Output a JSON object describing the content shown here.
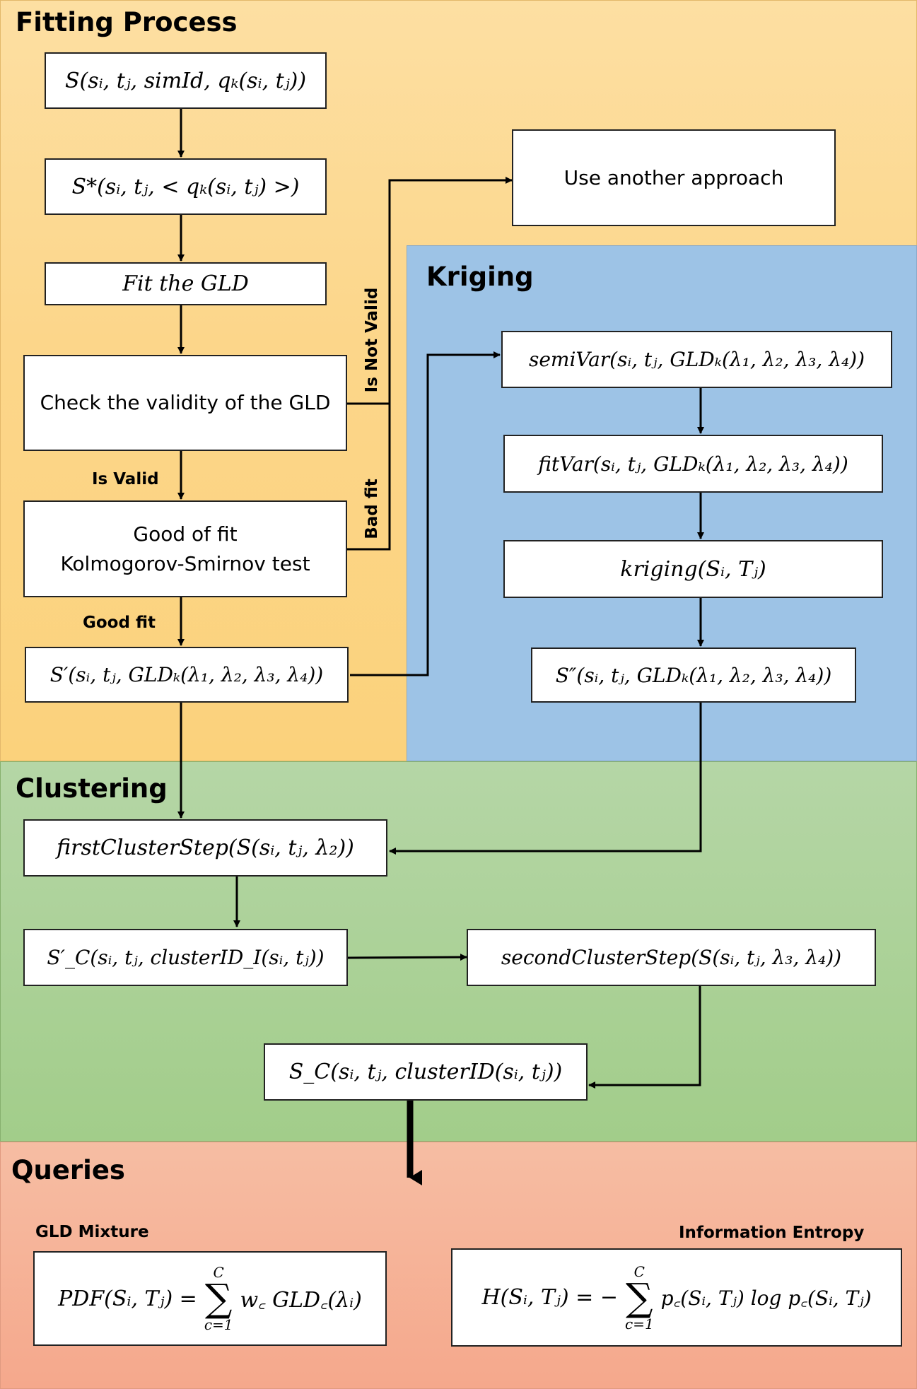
{
  "sections": {
    "fitting": "Fitting Process",
    "kriging": "Kriging",
    "clustering": "Clustering",
    "queries": "Queries"
  },
  "nodes": {
    "s_input": "S(sᵢ, tⱼ, simId, qₖ(sᵢ, tⱼ))",
    "s_star": "S*(sᵢ, tⱼ, < qₖ(sᵢ, tⱼ) >)",
    "fit_gld": "Fit the GLD",
    "check_validity": "Check the validity of the GLD",
    "good_of_fit_line1": "Good of fit",
    "good_of_fit_line2": "Kolmogorov-Smirnov test",
    "s_prime": "S′(sᵢ, tⱼ, GLDₖ(λ₁, λ₂, λ₃, λ₄))",
    "another_approach": "Use another approach",
    "semivar": "semiVar(sᵢ, tⱼ, GLDₖ(λ₁, λ₂, λ₃, λ₄))",
    "fitvar": "fitVar(sᵢ, tⱼ, GLDₖ(λ₁, λ₂, λ₃, λ₄))",
    "kriging_fn": "kriging(Sᵢ, Tⱼ)",
    "s_double_prime": "S″(sᵢ, tⱼ, GLDₖ(λ₁, λ₂, λ₃, λ₄))",
    "first_cluster": "firstClusterStep(S(sᵢ, tⱼ, λ₂))",
    "s_prime_c": "S′_C(sᵢ, tⱼ, clusterID_I(sᵢ, tⱼ))",
    "second_cluster": "secondClusterStep(S(sᵢ, tⱼ, λ₃, λ₄))",
    "s_c": "S_C(sᵢ, tⱼ, clusterID(sᵢ, tⱼ))"
  },
  "edge_labels": {
    "is_valid": "Is Valid",
    "good_fit": "Good fit",
    "is_not_valid": "Is Not Valid",
    "bad_fit": "Bad fit"
  },
  "queries": {
    "gld_mixture_title": "GLD Mixture",
    "gld_mixture_lhs": "PDF(Sᵢ, Tⱼ) =",
    "gld_mixture_term": "w꜀ GLD꜀(λᵢ)",
    "gld_mixture_upper": "C",
    "gld_mixture_lower": "c=1",
    "entropy_title": "Information Entropy",
    "entropy_lhs": "H(Sᵢ, Tⱼ) = −",
    "entropy_term": "p꜀(Sᵢ, Tⱼ) log p꜀(Sᵢ, Tⱼ)",
    "entropy_upper": "C",
    "entropy_lower": "c=1"
  },
  "colors": {
    "fitting_bg": "#fcd68a",
    "kriging_bg": "#9dc3e6",
    "clustering_bg": "#a9d18e",
    "queries_bg": "#f5b093",
    "arrow": "#000000"
  }
}
